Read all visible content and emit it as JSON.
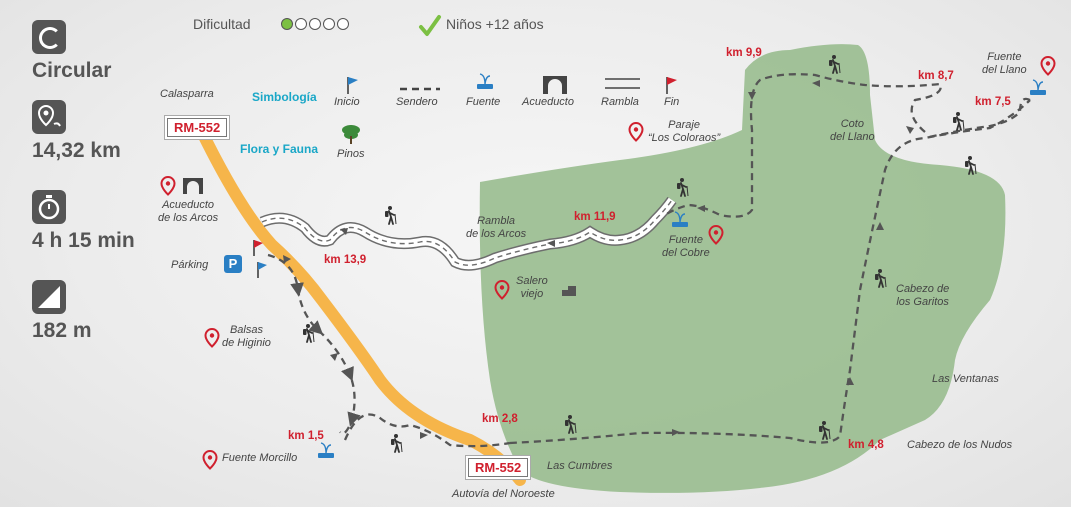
{
  "header": {
    "difficulty_label": "Dificultad",
    "difficulty_level": 1,
    "difficulty_max": 5,
    "kids_label": "Niños +12 años"
  },
  "stats": {
    "route_type": "Circular",
    "distance": "14,32 km",
    "duration": "4 h 15 min",
    "elevation": "182 m"
  },
  "legend": {
    "title": "Simbología",
    "inicio": "Inicio",
    "sendero": "Sendero",
    "fuente": "Fuente",
    "acueducto": "Acueducto",
    "rambla": "Rambla",
    "fin": "Fin",
    "flora_title": "Flora y Fauna",
    "pinos": "Pinos"
  },
  "roads": {
    "rm552_top": "RM-552",
    "rm552_bottom": "RM-552"
  },
  "places": {
    "calasparra": "Calasparra",
    "acueducto": "Acueducto\nde los Arcos",
    "parking": "Párking",
    "parking_sign": "P",
    "balsas": "Balsas\nde Higinio",
    "fuente_morcillo": "Fuente Morcillo",
    "autovia": "Autovía del Noroeste",
    "las_cumbres": "Las Cumbres",
    "rambla_arcos": "Rambla\nde los Arcos",
    "salero": "Salero\nviejo",
    "paraje": "Paraje\n“Los Coloraos”",
    "fuente_cobre": "Fuente\ndel Cobre",
    "coto_llano": "Coto\ndel Llano",
    "fuente_llano": "Fuente\ndel Llano",
    "cabezo_garitos": "Cabezo de\nlos Garitos",
    "ventanas": "Las Ventanas",
    "cabezo_nudos": "Cabezo de los Nudos"
  },
  "km_markers": {
    "km15": "km 1,5",
    "km28": "km 2,8",
    "km48": "km 4,8",
    "km75": "km 7,5",
    "km87": "km 8,7",
    "km99": "km 9,9",
    "km119": "km 11,9",
    "km139": "km 13,9"
  },
  "colors": {
    "accent_red": "#d0202e",
    "forest_green": "#9dbf93",
    "road_orange": "#f6b54a",
    "legend_blue": "#1aa7c7",
    "kids_green": "#7cc043"
  }
}
